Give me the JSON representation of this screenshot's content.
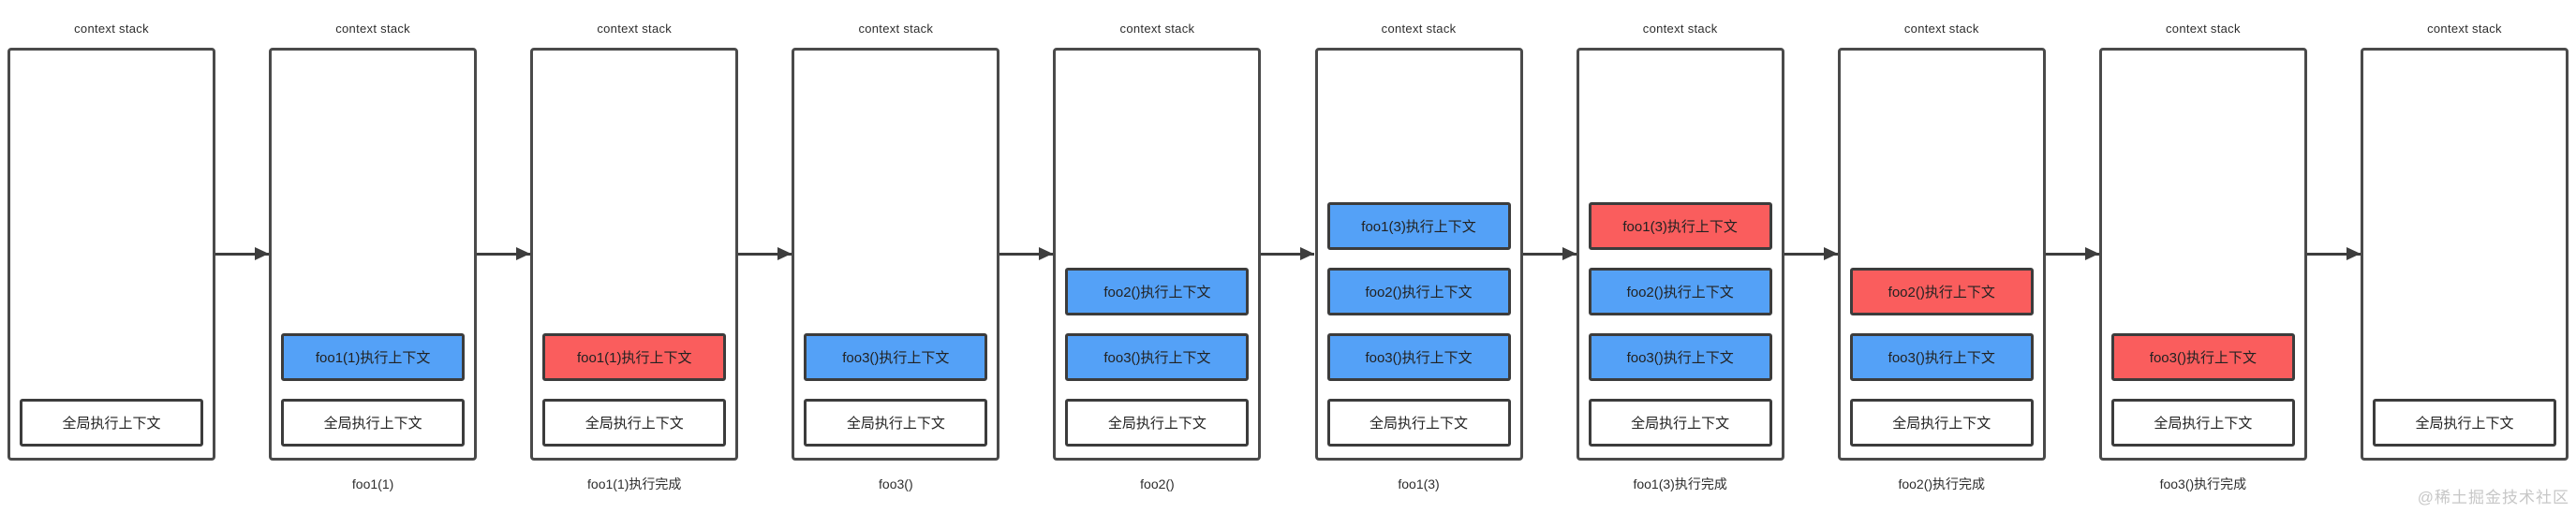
{
  "header_label": "context stack",
  "watermark": "@稀土掘金技术社区",
  "colors": {
    "blue": "#54a1f7",
    "red": "#fa5d5d",
    "white": "#ffffff",
    "outer_border": "#4a4a4a",
    "inner_border": "#3c3c3c",
    "arrow": "#3d3d3d",
    "watermark": "#c7c7c7"
  },
  "frames": [
    {
      "caption": "",
      "stack": [
        {
          "label": "全局执行上下文",
          "color": "white"
        }
      ]
    },
    {
      "caption": "foo1(1)",
      "stack": [
        {
          "label": "foo1(1)执行上下文",
          "color": "blue"
        },
        {
          "label": "全局执行上下文",
          "color": "white"
        }
      ]
    },
    {
      "caption": "foo1(1)执行完成",
      "stack": [
        {
          "label": "foo1(1)执行上下文",
          "color": "red"
        },
        {
          "label": "全局执行上下文",
          "color": "white"
        }
      ]
    },
    {
      "caption": "foo3()",
      "stack": [
        {
          "label": "foo3()执行上下文",
          "color": "blue"
        },
        {
          "label": "全局执行上下文",
          "color": "white"
        }
      ]
    },
    {
      "caption": "foo2()",
      "stack": [
        {
          "label": "foo2()执行上下文",
          "color": "blue"
        },
        {
          "label": "foo3()执行上下文",
          "color": "blue"
        },
        {
          "label": "全局执行上下文",
          "color": "white"
        }
      ]
    },
    {
      "caption": "foo1(3)",
      "stack": [
        {
          "label": "foo1(3)执行上下文",
          "color": "blue"
        },
        {
          "label": "foo2()执行上下文",
          "color": "blue"
        },
        {
          "label": "foo3()执行上下文",
          "color": "blue"
        },
        {
          "label": "全局执行上下文",
          "color": "white"
        }
      ]
    },
    {
      "caption": "foo1(3)执行完成",
      "stack": [
        {
          "label": "foo1(3)执行上下文",
          "color": "red"
        },
        {
          "label": "foo2()执行上下文",
          "color": "blue"
        },
        {
          "label": "foo3()执行上下文",
          "color": "blue"
        },
        {
          "label": "全局执行上下文",
          "color": "white"
        }
      ]
    },
    {
      "caption": "foo2()执行完成",
      "stack": [
        {
          "label": "foo2()执行上下文",
          "color": "red"
        },
        {
          "label": "foo3()执行上下文",
          "color": "blue"
        },
        {
          "label": "全局执行上下文",
          "color": "white"
        }
      ]
    },
    {
      "caption": "foo3()执行完成",
      "stack": [
        {
          "label": "foo3()执行上下文",
          "color": "red"
        },
        {
          "label": "全局执行上下文",
          "color": "white"
        }
      ]
    },
    {
      "caption": "",
      "stack": [
        {
          "label": "全局执行上下文",
          "color": "white"
        }
      ]
    }
  ]
}
